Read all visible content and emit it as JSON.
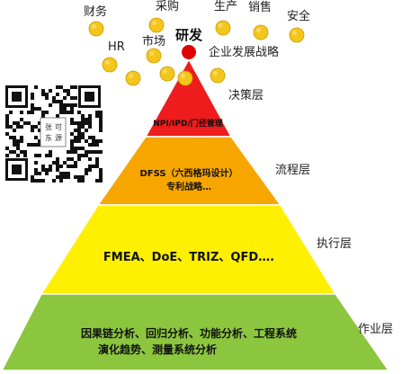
{
  "colors": {
    "tier_red": "#ee1c1c",
    "tier_orange": "#f7a600",
    "tier_yellow": "#ffef00",
    "tier_green": "#8cc63f",
    "ball": "#f5c61a",
    "ball_stroke": "#c99a00",
    "apex": "#e00000"
  },
  "apex_label": "研发",
  "inputs": [
    "财务",
    "采购",
    "生产",
    "销售",
    "安全",
    "HR",
    "市场",
    "企业发展战略"
  ],
  "tiers": [
    {
      "lines": [
        "NPI/IPD/门径管理"
      ],
      "side_label": "决策层"
    },
    {
      "lines": [
        "DFSS（六西格玛设计）",
        "专利战略…"
      ],
      "side_label": "流程层"
    },
    {
      "lines": [
        "FMEA、DoE、TRIZ、QFD…."
      ],
      "side_label": "执行层"
    },
    {
      "lines": [
        "因果链分析、回归分析、功能分析、工程系统",
        "演化趋势、测量系统分析"
      ],
      "side_label": "作业层"
    }
  ],
  "qr": {
    "icon": "qr-code-icon",
    "center_text": [
      "张",
      "可",
      "东",
      "源"
    ]
  }
}
